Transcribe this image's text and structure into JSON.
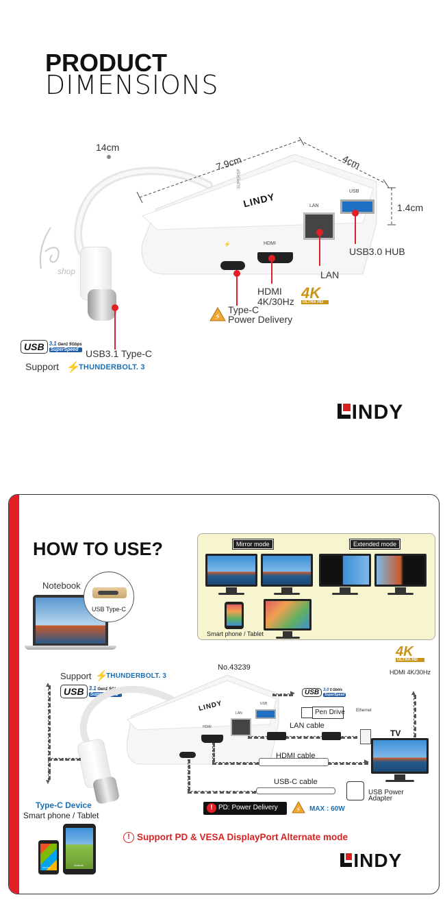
{
  "section1": {
    "title_line1": "PRODUCT",
    "title_line2": "DIMENSIONS",
    "dimensions": {
      "cable": "14cm",
      "length": "7.9cm",
      "width": "4cm",
      "height": "1.4cm"
    },
    "ports": {
      "hdmi": "HDMI",
      "hdmi_spec": "4K/30Hz",
      "lan": "LAN",
      "usb_hub": "USB3.0 HUB",
      "typec": "Type-C",
      "power_delivery": "Power Delivery",
      "cable_type": "USB3.1 Type-C"
    },
    "device_print": {
      "brand": "LINDY",
      "hdmi": "HDMI",
      "lan": "LAN",
      "usb": "USB"
    },
    "usb_badge": {
      "main": "USB",
      "ver": "3.1",
      "gen": "Gen1 5Gbps",
      "speed": "SuperSpeed"
    },
    "ultrahd": {
      "main": "4K",
      "sub": "ULTRA HD"
    },
    "support": "Support",
    "thunderbolt": "THUNDERBOLT. 3",
    "watermark": "shop",
    "logo": "INDY"
  },
  "section2": {
    "title": "HOW TO USE?",
    "mirror_mode": "Mirror mode",
    "extended_mode": "Extended mode",
    "smartphone_tablet_caption": "Smart phone / Tablet",
    "notebook": "Notebook",
    "usb_typec_label": "USB Type-C",
    "support": "Support",
    "thunderbolt": "THUNDERBOLT. 3",
    "usb_badge": {
      "main": "USB",
      "ver": "3.1",
      "gen": "Gen1 5Gbps",
      "speed": "SuperSpeed"
    },
    "model_no": "No.43239",
    "usb30_badge": {
      "main": "USB",
      "ver": "3.0",
      "gen": "5 Gbit/s",
      "speed": "SuperSpeed"
    },
    "pen_drive": "Pen Drive",
    "lan_cable": "LAN cable",
    "ethernet": "Ethernet",
    "hdmi_cable": "HDMI cable",
    "usbc_cable": "USB-C cable",
    "tv": "TV",
    "hdmi_4k": "HDMI 4K/30Hz",
    "ultrahd": {
      "main": "4K",
      "sub": "ULTRA HD"
    },
    "usb_power": "USB Power",
    "adapter": "Adapter",
    "pd_label": "PD: Power Delivery",
    "max_power": "MAX : 60W",
    "typec_device": "Type-C Device",
    "smartphone_tablet": "Smart phone / Tablet",
    "phone_label": "Windows",
    "tablet_label": "Android",
    "support_note": "Support PD & VESA DisplayPort Alternate mode",
    "logo": "INDY",
    "device_print": {
      "brand": "LINDY",
      "hdmi": "HDMI",
      "lan": "LAN",
      "usb": "USB"
    }
  },
  "colors": {
    "accent_red": "#e21f26",
    "thunderbolt_blue": "#1a6fb3",
    "modes_bg": "#f7f4d0"
  }
}
